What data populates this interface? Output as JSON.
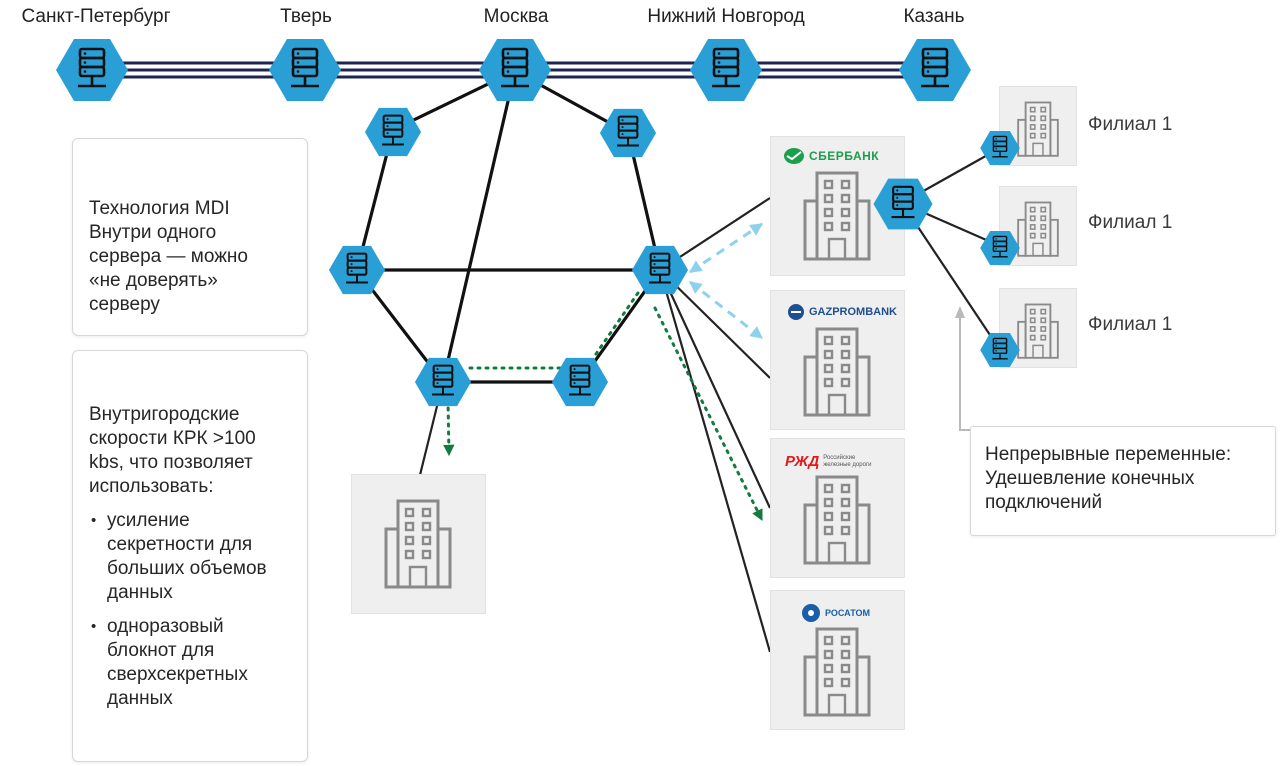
{
  "cities": [
    "Санкт-Петербург",
    "Тверь",
    "Москва",
    "Нижний Новгород",
    "Казань"
  ],
  "legend_mdi": {
    "text_lines": [
      "Технология MDI",
      "Внутри одного",
      "сервера — можно",
      "«не доверять»",
      "серверу"
    ]
  },
  "legend_city": {
    "text_lines": [
      "Внутригородские",
      "скорости КРК >100",
      "kbs, что позволяет",
      "использовать:"
    ],
    "bullets": [
      [
        "усиление",
        "секретности для",
        "больших объемов",
        "данных"
      ],
      [
        "одноразовый",
        "блокнот для",
        "сверхсекретных",
        "данных"
      ]
    ]
  },
  "banks": {
    "sber": "СБЕРБАНК",
    "gazprom": "GAZPROMBANK",
    "rzd_mark": "РЖД",
    "rzd_text": [
      "Российские",
      "железные дороги"
    ],
    "rosatom": "РОСАТОМ"
  },
  "filials": [
    "Филиал 1",
    "Филиал 1",
    "Филиал 1"
  ],
  "note": {
    "text_lines": [
      "Непрерывные переменные:",
      "Удешевление конечных",
      "подключений"
    ]
  },
  "colors": {
    "node": "#2a9fd6",
    "backbone": "#1f2550",
    "mdi_arrow": "#8dd1ef",
    "city_arrow": "#157a3f",
    "sber_green": "#1a9f4a",
    "gazprom_blue": "#1d4f91",
    "rzd_red": "#e21a1a",
    "rosatom_blue": "#1b5ea7"
  },
  "icons": [
    "server-node-icon",
    "building-icon"
  ]
}
